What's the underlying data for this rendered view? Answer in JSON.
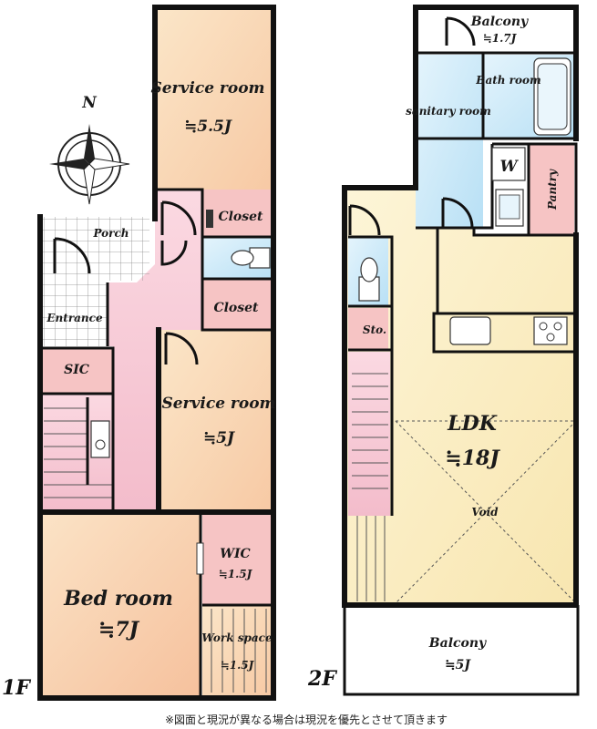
{
  "floor1": {
    "label": "1F",
    "rooms": {
      "service_room_1": {
        "name": "Service room",
        "size": "≒5.5J"
      },
      "closet_1": {
        "name": "Closet"
      },
      "closet_2": {
        "name": "Closet"
      },
      "porch": {
        "name": "Porch"
      },
      "entrance": {
        "name": "Entrance"
      },
      "sic": {
        "name": "SIC"
      },
      "service_room_2": {
        "name": "Service room",
        "size": "≒5J"
      },
      "bed_room": {
        "name": "Bed room",
        "size": "≒7J"
      },
      "wic": {
        "name": "WIC",
        "size": "≒1.5J"
      },
      "work_space": {
        "name": "Work space",
        "size": "≒1.5J"
      }
    },
    "compass": "N"
  },
  "floor2": {
    "label": "2F",
    "rooms": {
      "balcony_top": {
        "name": "Balcony",
        "size": "≒1.7J"
      },
      "bath_room": {
        "name": "Bath room"
      },
      "sanitary_room": {
        "name": "sanitary room"
      },
      "w": {
        "name": "W"
      },
      "pantry": {
        "name": "Pantry"
      },
      "sto": {
        "name": "Sto."
      },
      "ldk": {
        "name": "LDK",
        "size": "≒18J"
      },
      "void": {
        "name": "Void"
      },
      "balcony_bottom": {
        "name": "Balcony",
        "size": "≒5J"
      }
    }
  },
  "colors": {
    "service_room": "#f9d7b3",
    "closet": "#f6c6c6",
    "corridor": "#f8d3de",
    "bed_room": "#f9d4b0",
    "water": "#cfeaf8",
    "ldk": "#fbefc6"
  },
  "footer_note": "※図面と現況が異なる場合は現況を優先とさせて頂きます"
}
